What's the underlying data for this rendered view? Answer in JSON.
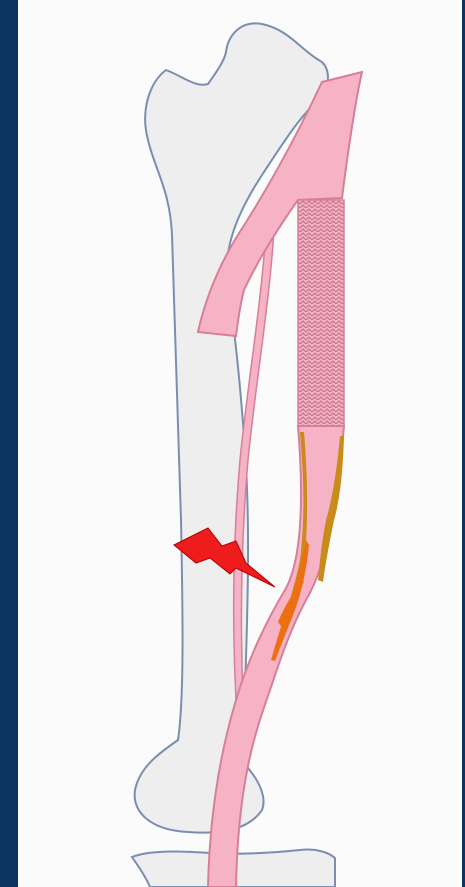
{
  "diagram": {
    "background": "#0b3560",
    "panel_color": "#fbfbfc",
    "bone_fill": "#eeeeef",
    "bone_stroke": "#7a8fae",
    "vessel_fill": "#f7b3c6",
    "vessel_stroke": "#d67f99",
    "graft_pattern_stroke": "#c97890",
    "plaque_color": "#c98c1a",
    "lesion_color": "#ee6f10",
    "lightning_color": "#ee1c1c",
    "icons": [
      "femur-bone",
      "tibia-bone",
      "artery-vessel",
      "vascular-graft",
      "lightning-bolt-icon"
    ]
  }
}
